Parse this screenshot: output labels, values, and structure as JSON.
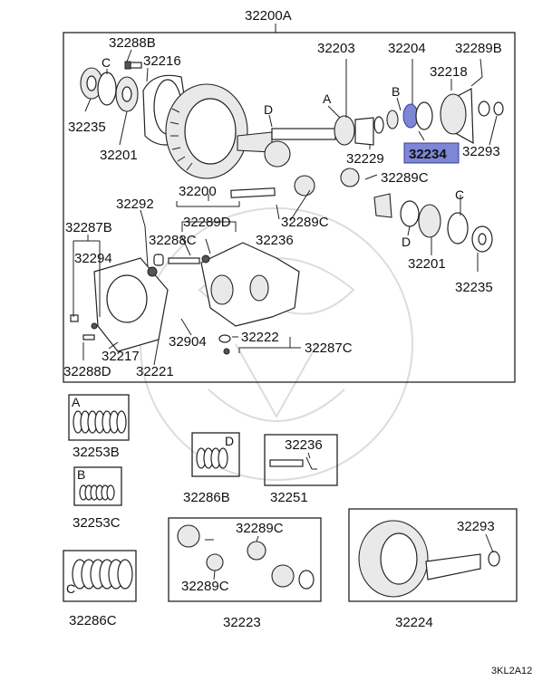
{
  "assembly": {
    "main_number": "32200A",
    "callouts": {
      "c32288B": "32288B",
      "c32216": "32216",
      "c32235_left": "32235",
      "c32201_left": "32201",
      "c32203": "32203",
      "c32204": "32204",
      "c32289B": "32289B",
      "c32218": "32218",
      "c32229": "32229",
      "c32234": "32234",
      "c32293": "32293",
      "c32289C_a": "32289C",
      "c32289C_b": "32289C",
      "c32200": "32200",
      "c32289D": "32289D",
      "c32288C": "32288C",
      "c32236": "32236",
      "c32292": "32292",
      "c32287B": "32287B",
      "c32294": "32294",
      "c32201_right": "32201",
      "c32235_right": "32235",
      "c32904": "32904",
      "c32222": "32222",
      "c32287C": "32287C",
      "c32217": "32217",
      "c32221": "32221",
      "c32288D": "32288D"
    },
    "letters": {
      "A": "A",
      "B": "B",
      "C_left": "C",
      "C_right": "C",
      "D_top": "D",
      "D_right": "D"
    },
    "highlighted_part": "32234"
  },
  "kits": {
    "k32253B": {
      "number": "32253B",
      "letter": "A"
    },
    "k32253C": {
      "number": "32253C",
      "letter": "B"
    },
    "k32286C": {
      "number": "32286C",
      "letter": "C"
    },
    "k32286B": {
      "number": "32286B",
      "letter": "D"
    },
    "k32251": {
      "number": "32251",
      "inner": "32236"
    },
    "k32223": {
      "number": "32223",
      "inner_a": "32289C",
      "inner_b": "32289C"
    },
    "k32224": {
      "number": "32224",
      "inner": "32293"
    }
  },
  "diagram_code": "3KL2A12",
  "colors": {
    "highlight": "#7e86d6",
    "line": "#222222",
    "watermark": "#dcdcdc"
  }
}
